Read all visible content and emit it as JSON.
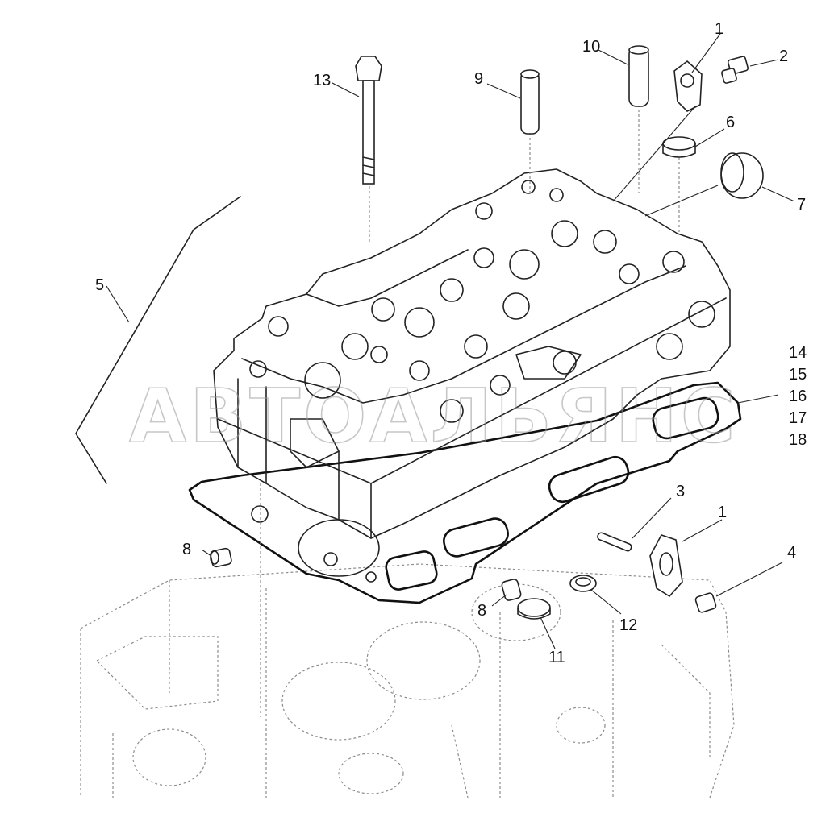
{
  "watermark": "АВТОАЛЬЯНС",
  "callouts": {
    "c1a": "1",
    "c2": "2",
    "c10": "10",
    "c9": "9",
    "c13": "13",
    "c6": "6",
    "c7": "7",
    "c5": "5",
    "c14": "14",
    "c15": "15",
    "c16": "16",
    "c17": "17",
    "c18": "18",
    "c3": "3",
    "c1b": "1",
    "c4": "4",
    "c8a": "8",
    "c12": "12",
    "c8b": "8",
    "c11": "11"
  }
}
